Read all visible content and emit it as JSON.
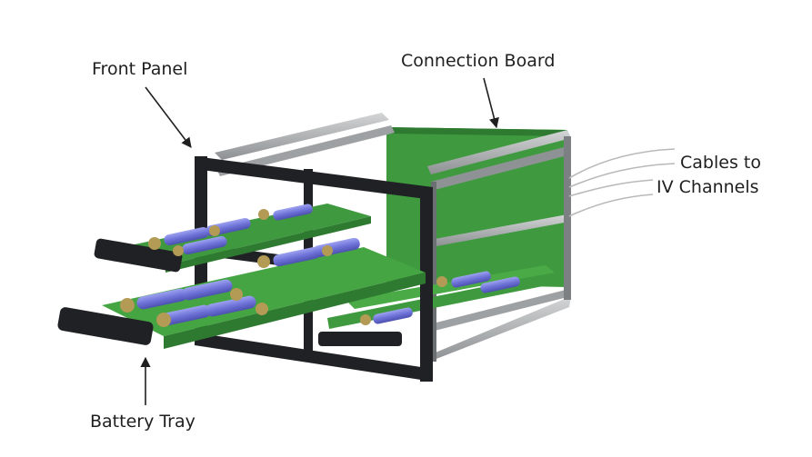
{
  "labels": {
    "front_panel": "Front Panel",
    "connection_board": "Connection Board",
    "cables_line1": "Cables to",
    "cables_line2": "IV Channels",
    "battery_tray": "Battery Tray"
  },
  "colors": {
    "pcb": "#3f9a3f",
    "pcb_dark": "#2e7a30",
    "frame": "#1f2124",
    "rail": "#a9acae",
    "cell": "#6f73d8",
    "terminal": "#b39a55",
    "cable": "#b9b9b9"
  }
}
